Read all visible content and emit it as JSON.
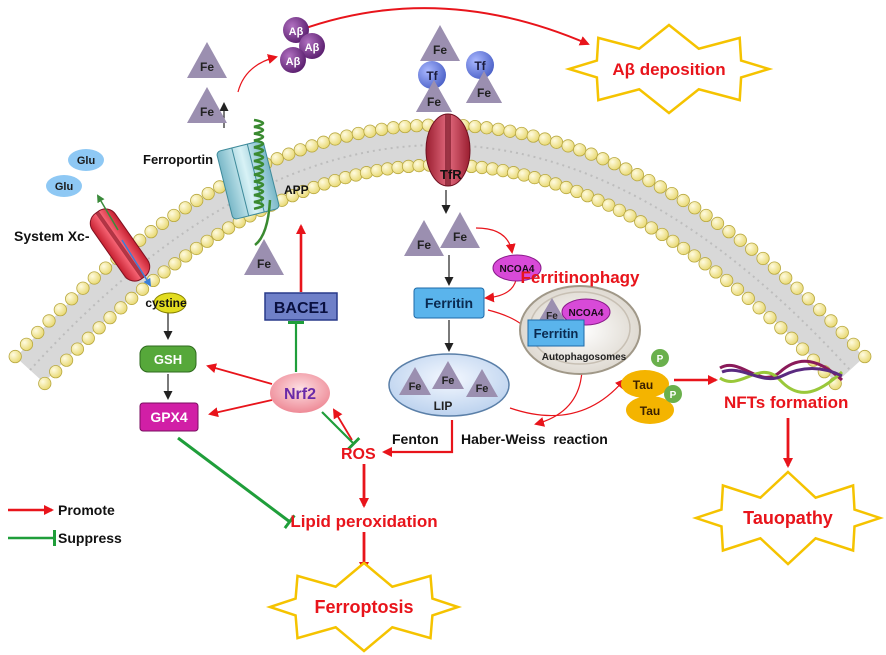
{
  "labels": {
    "fe": "Fe",
    "tf": "Tf",
    "abeta": "Aβ",
    "abeta_deposition": "Aβ deposition",
    "glu": "Glu",
    "ferroportin": "Ferroportin",
    "app": "APP",
    "system_xc": "System Xc-",
    "tfr": "TfR",
    "ncoa4": "NCOA4",
    "ferritinophagy": "Ferritinophagy",
    "ferritin": "Ferritin",
    "autophagosomes": "Autophagosomes",
    "cystine": "cystine",
    "gsh": "GSH",
    "gpx4": "GPX4",
    "bace1": "BACE1",
    "nrf2": "Nrf2",
    "lip": "LIP",
    "p": "P",
    "tau": "Tau",
    "nfts_formation": "NFTs formation",
    "fenton": "Fenton",
    "haber_weiss": "Haber-Weiss  reaction",
    "ros": "ROS",
    "lipid_peroxidation": "Lipid peroxidation",
    "ferroptosis": "Ferroptosis",
    "tauopathy": "Tauopathy"
  },
  "legend": {
    "promote": "Promote",
    "suppress": "Suppress"
  },
  "colors": {
    "promote": "#e8141b",
    "suppress": "#1f9e3a",
    "fe_triangle": "#9b8fb0",
    "tf_circle": "#6b82d8",
    "abeta_circle": "#7a3a8a",
    "ferritin_box": "#5ab4ec",
    "bace1_box": "#6f80c8",
    "gpx4_box": "#d11fa6",
    "gsh_box": "#56a83a",
    "nrf2_ellipse": "#f0a0a8",
    "ncoa4_ellipse": "#d84ad8",
    "tau_ellipse": "#f4b400",
    "p_circle": "#6ab04c",
    "star_fill": "#ffffff",
    "star_stroke": "#f5c300",
    "membrane_head": "#f7eea0"
  }
}
